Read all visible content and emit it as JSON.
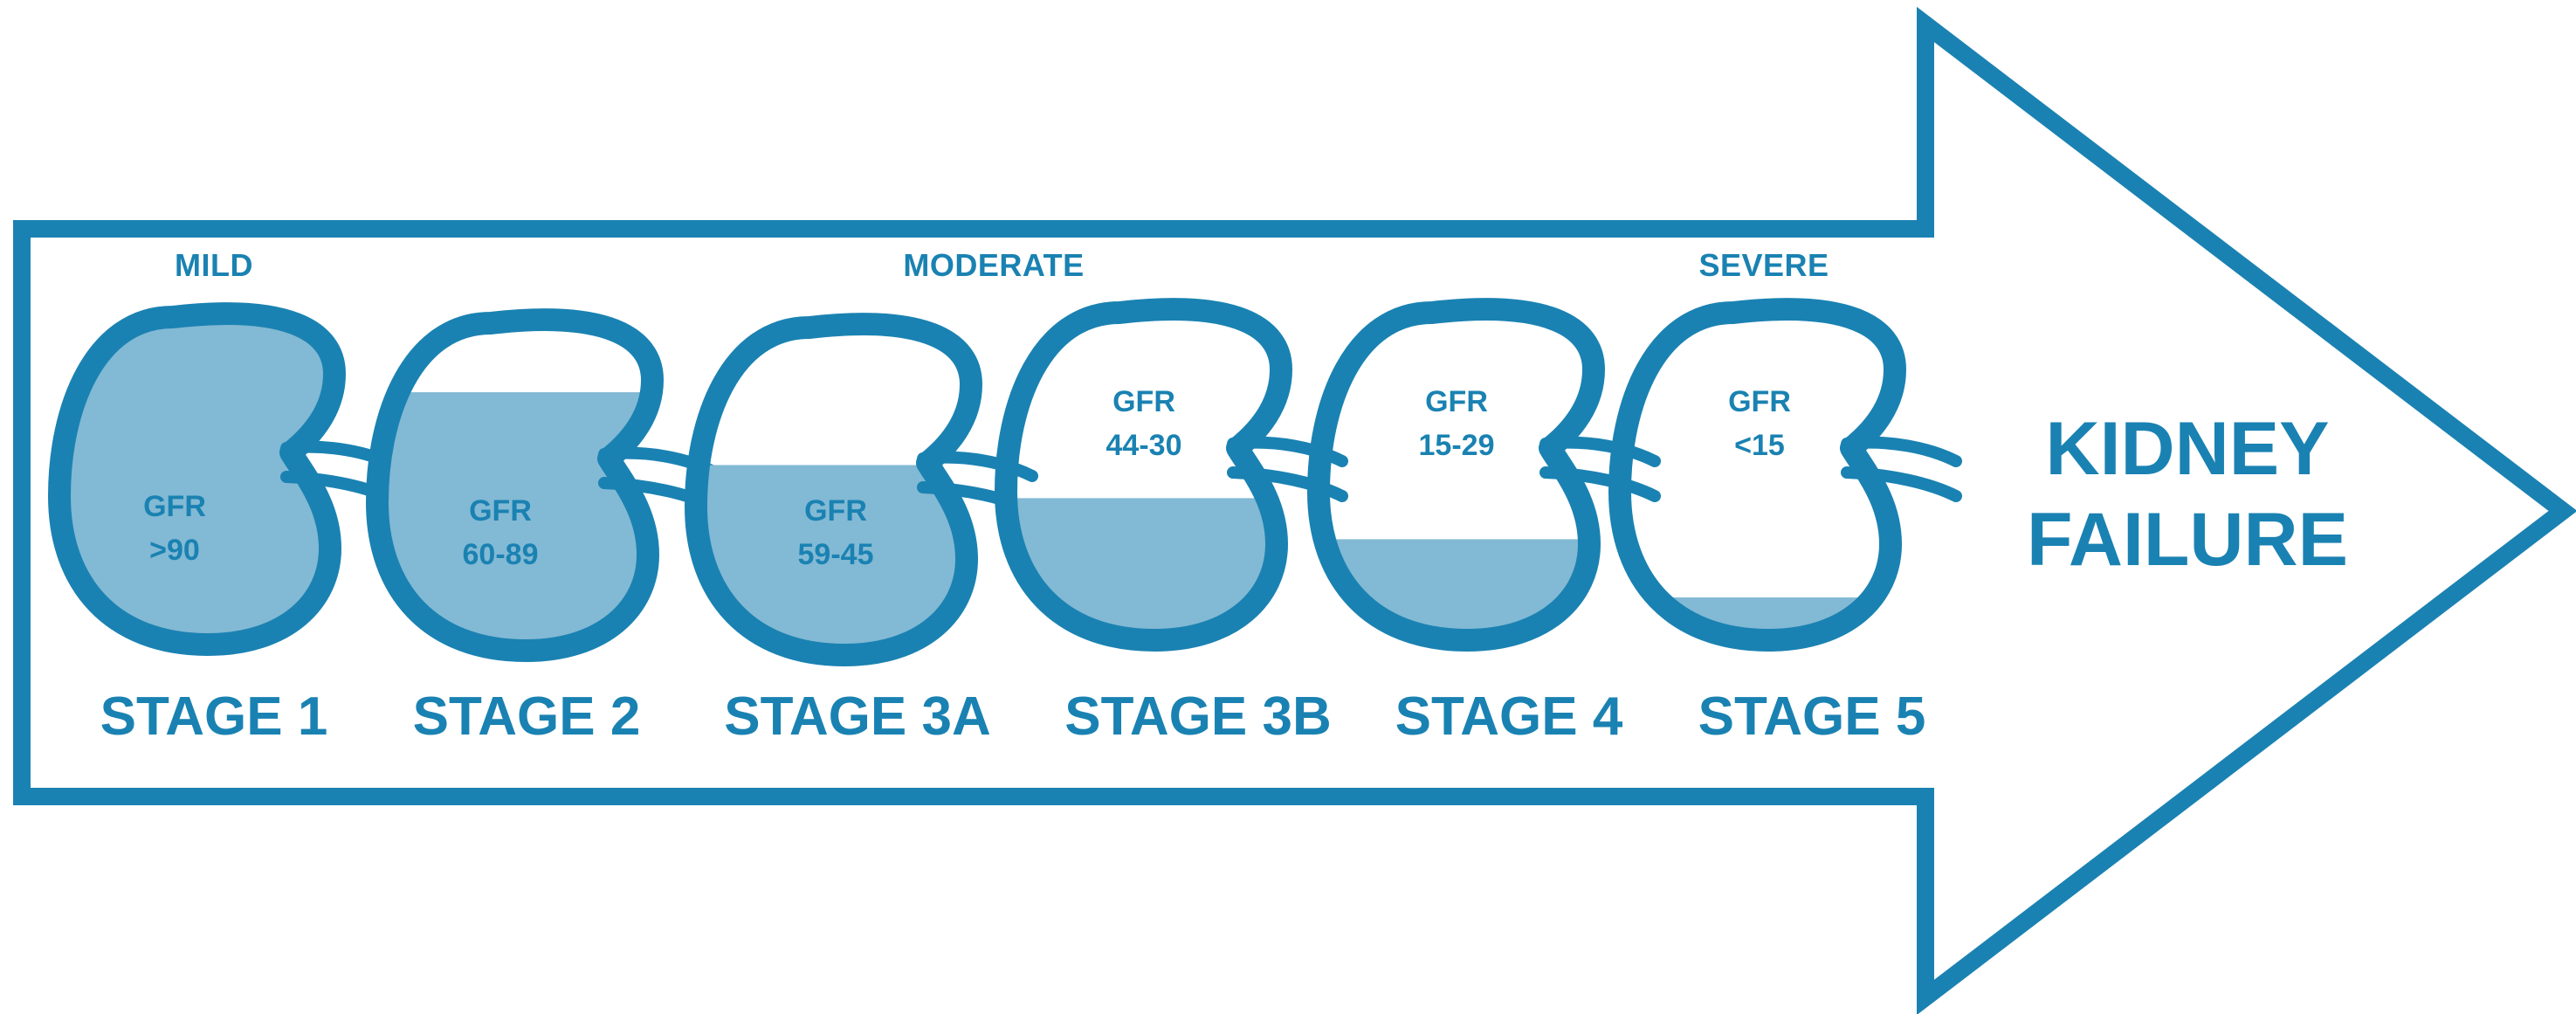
{
  "colors": {
    "outline": "#1a82b2",
    "fill": "#82b9d4",
    "text": "#1a82b2",
    "background": "#ffffff"
  },
  "severity_labels": [
    "MILD",
    "MODERATE",
    "SEVERE"
  ],
  "stages": [
    {
      "label": "STAGE 1",
      "gfr_title": "GFR",
      "gfr_value": ">90",
      "fill_level": 0.95
    },
    {
      "label": "STAGE 2",
      "gfr_title": "GFR",
      "gfr_value": "60-89",
      "fill_level": 0.76
    },
    {
      "label": "STAGE 3A",
      "gfr_title": "GFR",
      "gfr_value": "59-45",
      "fill_level": 0.56
    },
    {
      "label": "STAGE 3B",
      "gfr_title": "GFR",
      "gfr_value": "44-30",
      "fill_level": 0.42
    },
    {
      "label": "STAGE 4",
      "gfr_title": "GFR",
      "gfr_value": "15-29",
      "fill_level": 0.3
    },
    {
      "label": "STAGE 5",
      "gfr_title": "GFR",
      "gfr_value": "<15",
      "fill_level": 0.13
    }
  ],
  "outcome": {
    "line1": "KIDNEY",
    "line2": "FAILURE"
  }
}
